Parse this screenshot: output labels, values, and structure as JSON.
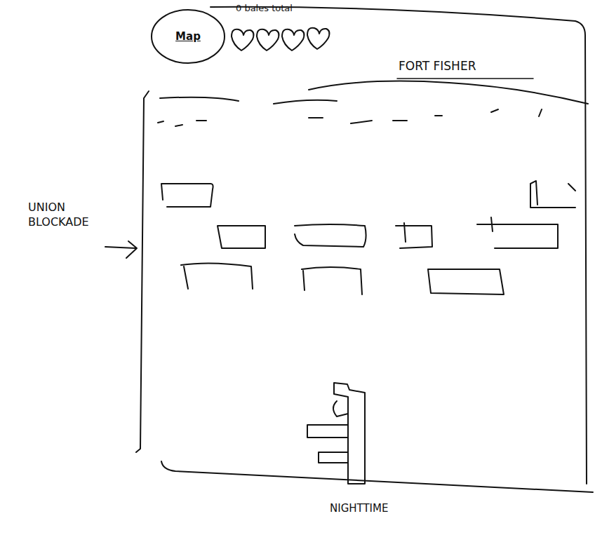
{
  "diagram": {
    "nodes": [
      {
        "text": [
          "Map"
        ]
      }
    ],
    "labels": [
      "0 bales total",
      "FORT FISHER",
      "UNION BLOCKADE",
      "NIGHTTIME"
    ]
  }
}
